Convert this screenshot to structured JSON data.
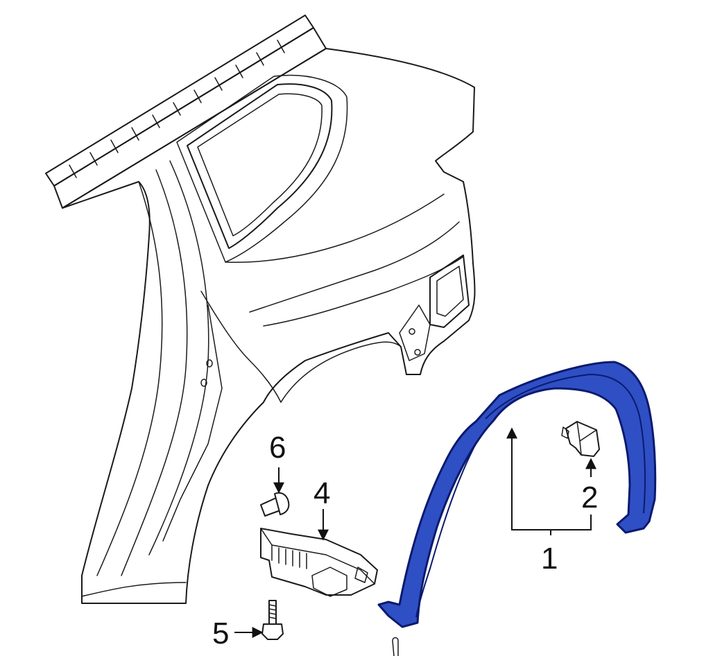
{
  "callouts": {
    "c1": "1",
    "c2": "2",
    "c4": "4",
    "c5": "5",
    "c6": "6"
  },
  "colors": {
    "highlight": "#2f4fc4",
    "highlight_stroke": "#0b1a6e",
    "line": "#1a1a1a"
  }
}
